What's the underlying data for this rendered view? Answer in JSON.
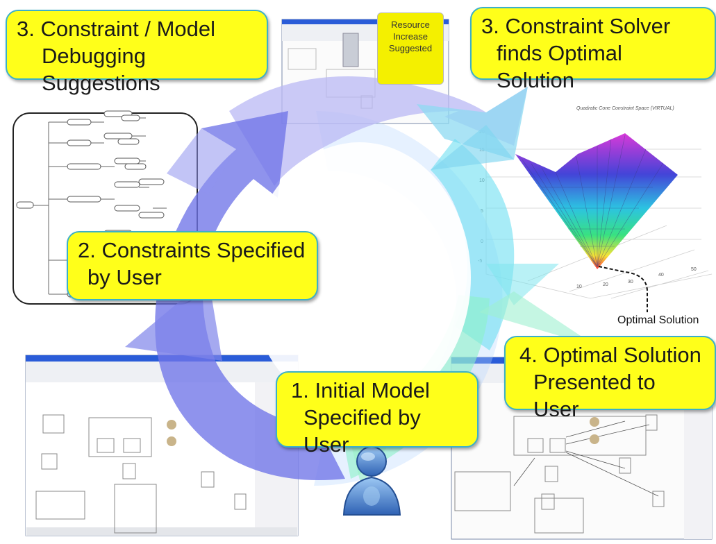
{
  "colors": {
    "box_fill": "#ffff1a",
    "box_border": "#3bb0c9",
    "arrow_blue": "#6f74e8",
    "arrow_cyan": "#5ed8ee",
    "arrow_green": "#84f0c0",
    "person_blue": "#5b8fd0"
  },
  "steps": {
    "debug": {
      "line1": "3. Constraint / Model",
      "line2": "Debugging Suggestions"
    },
    "solver": {
      "line1": "3. Constraint Solver",
      "line2": "finds Optimal Solution"
    },
    "constraints": {
      "line1": "2. Constraints Specified",
      "line2": "by User"
    },
    "optimal": {
      "line1": "4. Optimal Solution",
      "line2": "Presented to User"
    },
    "initial": {
      "line1": "1. Initial Model",
      "line2": "Specified by User"
    }
  },
  "note": {
    "line1": "Resource",
    "line2": "Increase",
    "line3": "Suggested"
  },
  "plot": {
    "title": "Quadratic Cone Constraint Space (VIRTUAL)",
    "optimal_label": "Optimal Solution"
  },
  "icons": {
    "user": "user-icon",
    "cycle": "cycle-arrows"
  }
}
